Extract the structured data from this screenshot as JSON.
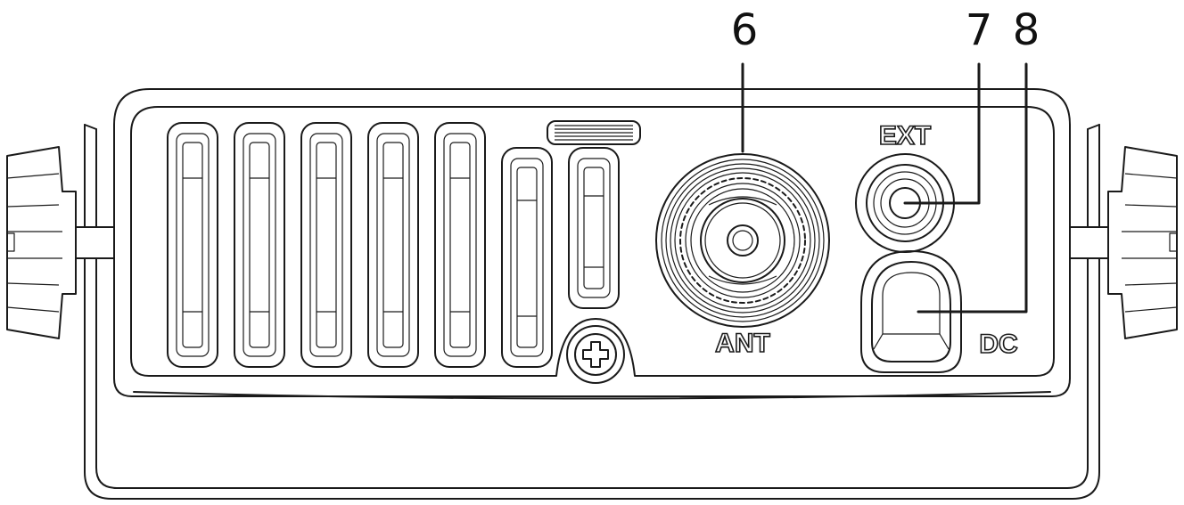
{
  "callouts": [
    {
      "number": "6",
      "part": "ANT"
    },
    {
      "number": "7",
      "part": "EXT"
    },
    {
      "number": "8",
      "part": "DC"
    }
  ],
  "panel_labels": {
    "ant": "ANT",
    "ext": "EXT",
    "dc": "DC"
  }
}
